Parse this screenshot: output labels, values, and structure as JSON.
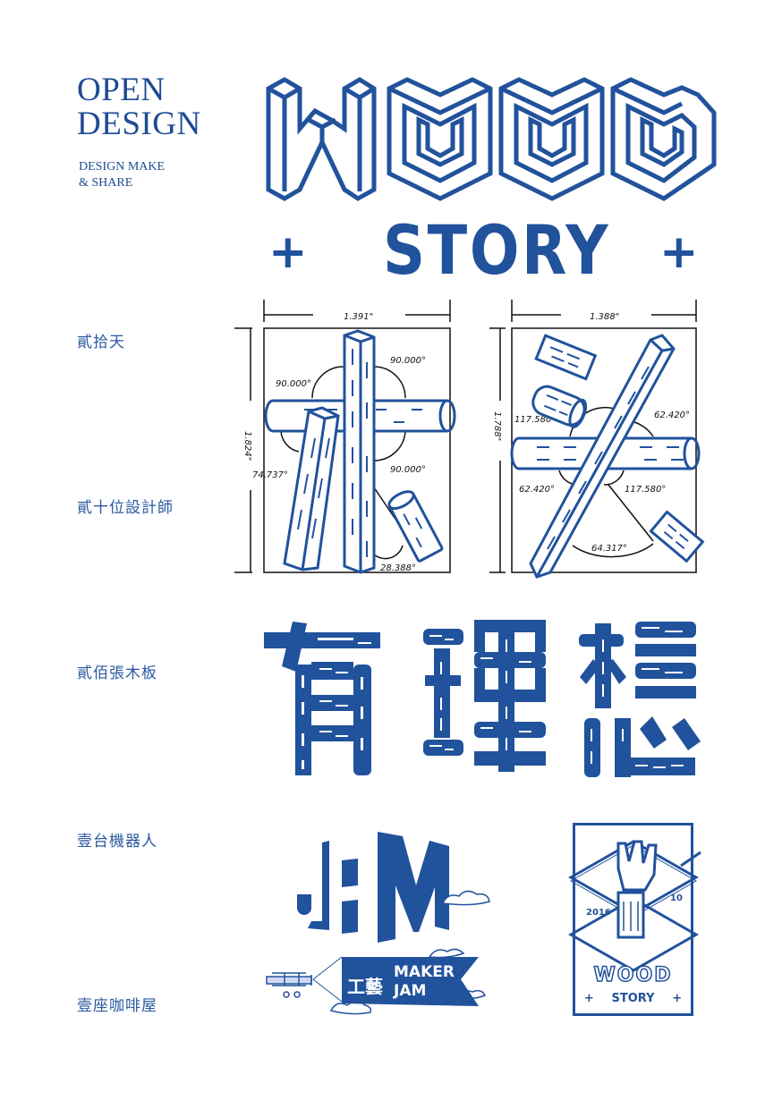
{
  "brand": {
    "title_line1": "OPEN",
    "title_line2": "DESIGN",
    "subtitle_line1": "DESIGN MAKE",
    "subtitle_line2": "& SHARE"
  },
  "labels": [
    {
      "text": "貳拾天"
    },
    {
      "text": "貳十位設計師"
    },
    {
      "text": "貳佰張木板"
    },
    {
      "text": "壹台機器人"
    },
    {
      "text": "壹座咖啡屋"
    }
  ],
  "logo": {
    "wordmark": "WOOD",
    "tagline": "STORY",
    "plus_left": "+",
    "plus_right": "+"
  },
  "diagrams": {
    "left": {
      "width_dim": "1.391\"",
      "height_dim": "1.824\"",
      "angles": [
        "90.000°",
        "90.000°",
        "74.737°",
        "90.000°",
        "28.388°"
      ]
    },
    "right": {
      "width_dim": "1.388\"",
      "height_dim": "1.788\"",
      "angles": [
        "117.580°",
        "62.420°",
        "62.420°",
        "117.580°",
        "64.317°"
      ]
    }
  },
  "wood_characters": [
    "有",
    "理",
    "想"
  ],
  "maker_jam": {
    "mark": "JM",
    "banner_cn": "工藝",
    "banner_line1": "MAKER",
    "banner_line2": "JAM"
  },
  "badge": {
    "year": "2016",
    "month": "10",
    "wordmark": "WOOD",
    "tagline": "STORY",
    "plus": "+"
  },
  "colors": {
    "brand_blue": "#21529c",
    "text_blue": "#1d4b93",
    "background": "#ffffff",
    "dimension_black": "#111111"
  }
}
